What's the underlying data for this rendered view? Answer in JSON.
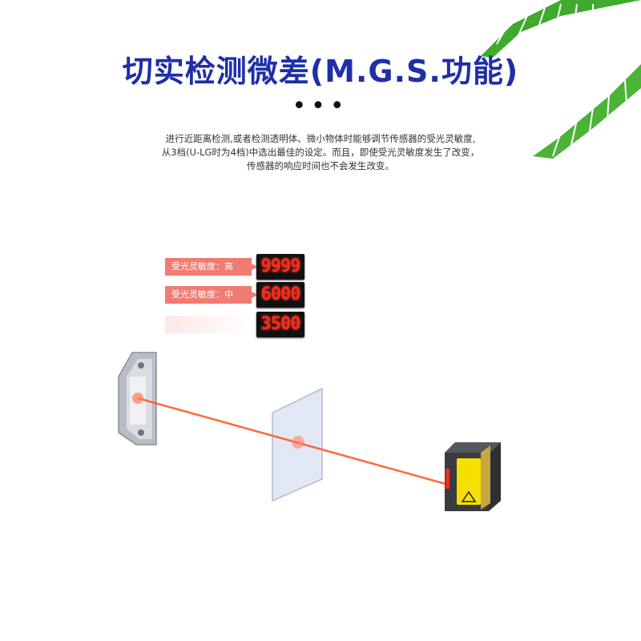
{
  "title": "切实检测微差(M.G.S.功能)",
  "dots": "•••",
  "description": [
    "进行近距离检测,或者检测透明体、微小物体时能够调节传感器的受光灵敏度,",
    "从3档(U-LG时为4档)中选出最佳的设定。而且，即使受光灵敏度发生了改变，",
    "传感器的响应时间也不会发生改变。"
  ],
  "sensitivity": [
    {
      "label": "受光灵敏度：高",
      "value": "9999"
    },
    {
      "label": "受光灵敏度：中",
      "value": "6000"
    },
    {
      "label": "",
      "value": "3500"
    }
  ],
  "colors": {
    "title": "#1f2fa8",
    "label_bg": "#f07b72",
    "display_digits": "#ff2a1a",
    "laser": "#ff5a2a",
    "sensor_yellow": "#f5e000"
  },
  "icons": [
    "palm-leaf-icon",
    "laser-warning-icon"
  ]
}
